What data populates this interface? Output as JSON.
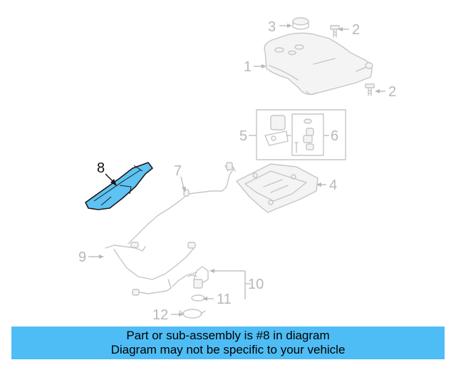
{
  "colors": {
    "banner_background": "#4fbdf5",
    "highlight_fill": "#5ec2f2",
    "highlight_stroke": "#1a1a1a",
    "faded_part": "#c6c6c6"
  },
  "callouts": [
    {
      "id": "1",
      "label": "1"
    },
    {
      "id": "2a",
      "label": "2"
    },
    {
      "id": "2b",
      "label": "2"
    },
    {
      "id": "3",
      "label": "3"
    },
    {
      "id": "4",
      "label": "4"
    },
    {
      "id": "5",
      "label": "5"
    },
    {
      "id": "6",
      "label": "6"
    },
    {
      "id": "7",
      "label": "7"
    },
    {
      "id": "8",
      "label": "8"
    },
    {
      "id": "9",
      "label": "9"
    },
    {
      "id": "10",
      "label": "10"
    },
    {
      "id": "11",
      "label": "11"
    },
    {
      "id": "12",
      "label": "12"
    }
  ],
  "highlighted_part": "8",
  "banner": {
    "line1": "Part or sub-assembly is #8 in diagram",
    "line2": "Diagram may not be specific to your vehicle"
  }
}
